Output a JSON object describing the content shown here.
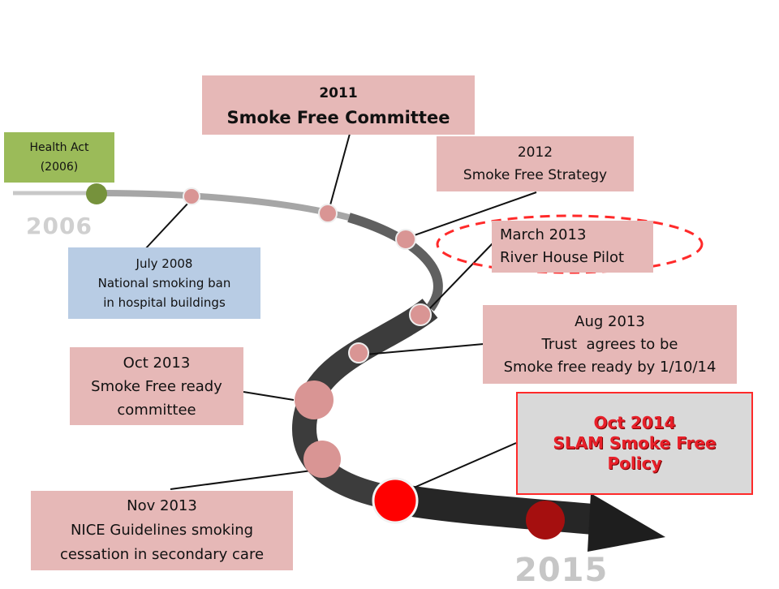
{
  "start_year": "2006",
  "end_year": "2015",
  "milestones": {
    "health_act": [
      "Health Act",
      "(2006)"
    ],
    "july_2008": [
      "July 2008",
      "National smoking ban",
      "in hospital buildings"
    ],
    "y2011": [
      "2011",
      "Smoke Free Committee"
    ],
    "y2012": [
      "2012",
      "Smoke Free Strategy"
    ],
    "march_2013": [
      "March 2013",
      "River House Pilot"
    ],
    "aug_2013": [
      "Aug 2013",
      "Trust  agrees to be",
      "Smoke free ready by 1/10/14"
    ],
    "oct_2013": [
      "Oct 2013",
      "Smoke Free ready",
      "committee"
    ],
    "nov_2013": [
      "Nov 2013",
      "NICE Guidelines smoking",
      "cessation in secondary care"
    ],
    "oct_2014": [
      "Oct 2014",
      "SLAM Smoke Free",
      "Policy"
    ]
  },
  "colors": {
    "box_pink": "#e6b8b7",
    "box_blue": "#b8cce4",
    "box_green": "#9bbb59",
    "box_grey": "#d9d9d9",
    "highlight_red": "#ff0000",
    "road_dark": "#333333"
  }
}
